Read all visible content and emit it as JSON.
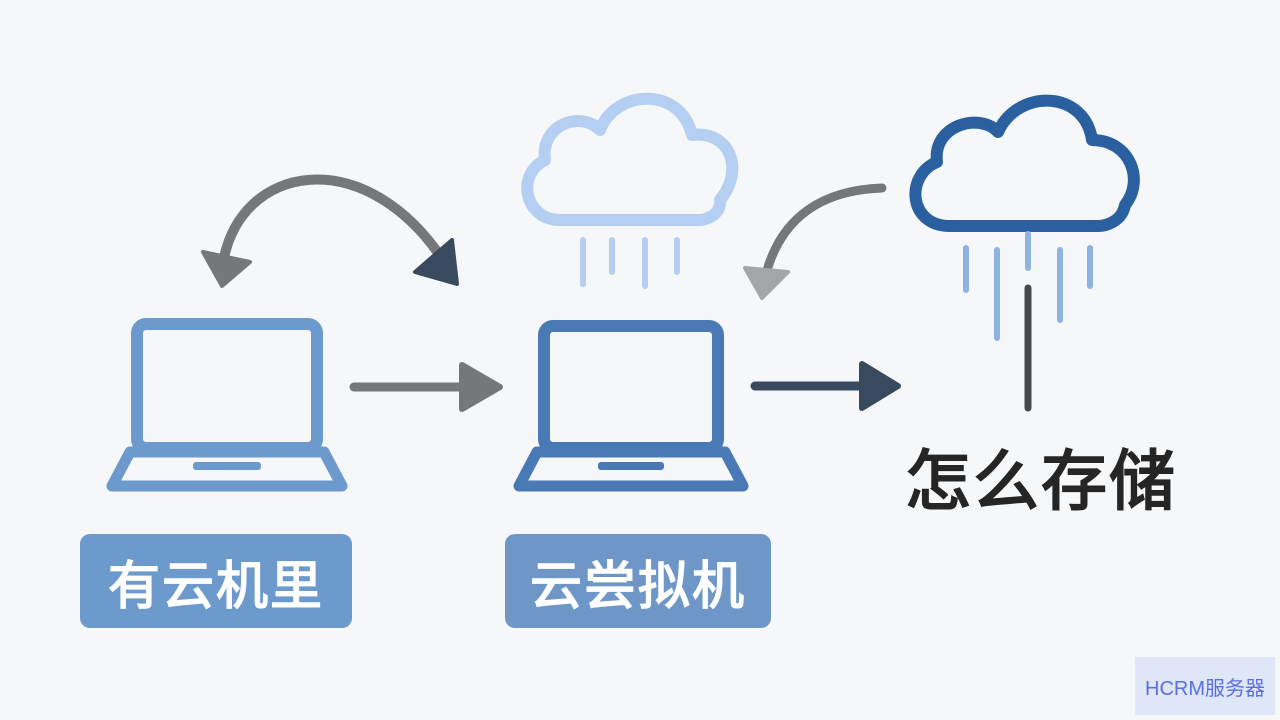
{
  "labels": {
    "left_device": "有云机里",
    "middle_device": "云尝拟机",
    "storage_question": "怎么存储"
  },
  "watermark": "HCRM服务器",
  "icons": {
    "laptop_left": "laptop-icon",
    "laptop_middle": "laptop-icon",
    "cloud_light": "cloud-rain-icon",
    "cloud_dark": "cloud-rain-icon",
    "arrows": [
      "curved-double-arrow",
      "right-arrow",
      "right-arrow",
      "curved-arrow"
    ]
  },
  "colors": {
    "background": "#f6f7f9",
    "laptop_left": "#6d9acd",
    "laptop_middle": "#4a7ab5",
    "cloud_light": "#b4cff2",
    "cloud_dark": "#2a609f",
    "rain_dark": "#8eb3e2",
    "arrow_gray": "#767778",
    "arrow_dark": "#3a4a5e",
    "text_dark": "#252525",
    "watermark_bg": "#dfe6f7",
    "watermark_text": "#5a6fe0"
  }
}
